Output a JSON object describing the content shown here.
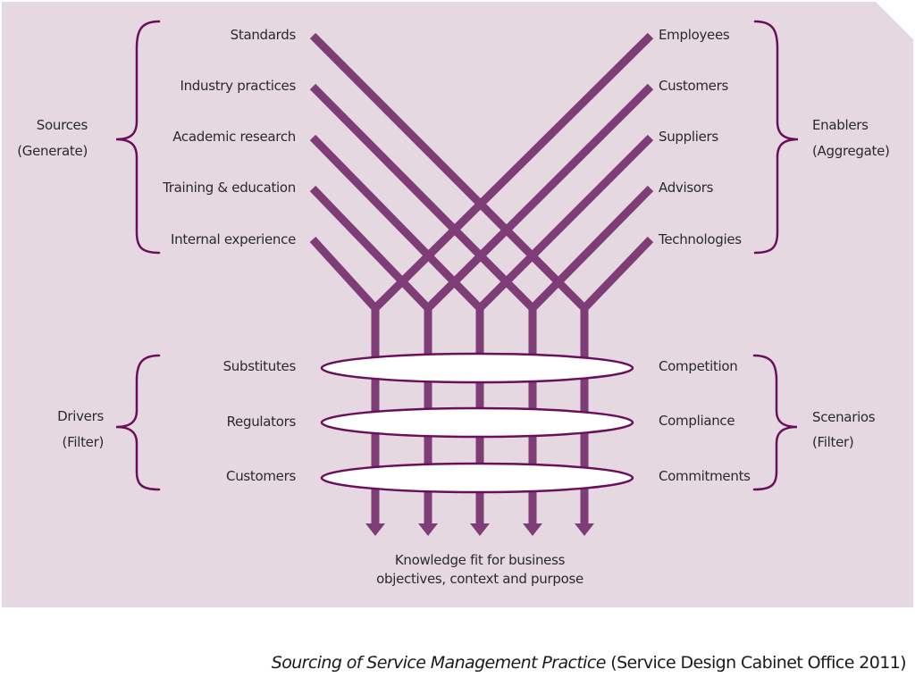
{
  "colors": {
    "panel_background": "#e6d8e0",
    "flow_line": "#7e3d77",
    "brace": "#6a0f5c",
    "filter_ellipse_fill": "#ffffff",
    "filter_ellipse_stroke": "#6a0f5c",
    "text": "#2a2a2a"
  },
  "sources": {
    "group_label": "Sources",
    "group_sublabel": "(Generate)",
    "items": [
      "Standards",
      "Industry practices",
      "Academic research",
      "Training & education",
      "Internal experience"
    ]
  },
  "enablers": {
    "group_label": "Enablers",
    "group_sublabel": "(Aggregate)",
    "items": [
      "Employees",
      "Customers",
      "Suppliers",
      "Advisors",
      "Technologies"
    ]
  },
  "drivers": {
    "group_label": "Drivers",
    "group_sublabel": "(Filter)",
    "items": [
      "Substitutes",
      "Regulators",
      "Customers"
    ]
  },
  "scenarios": {
    "group_label": "Scenarios",
    "group_sublabel": "(Filter)",
    "items": [
      "Competition",
      "Compliance",
      "Commitments"
    ]
  },
  "outcome": {
    "line1": "Knowledge fit for business",
    "line2": "objectives, context and purpose"
  },
  "caption": {
    "title": "Sourcing of Service Management Practice",
    "source": "(Service Design Cabinet Office 2011)"
  }
}
